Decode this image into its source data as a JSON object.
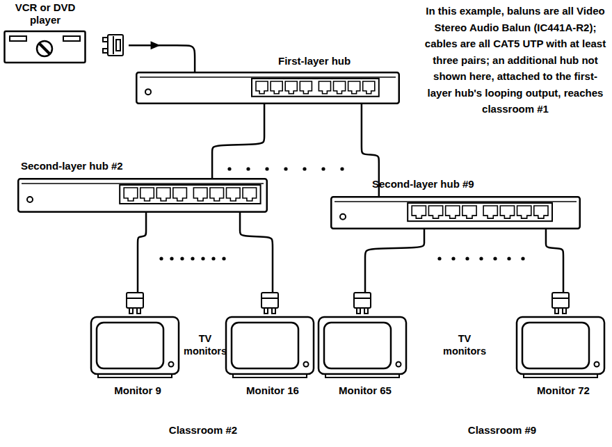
{
  "diagram": {
    "nodes": [
      {
        "text": [
          "VCR or DVD player"
        ]
      },
      {
        "text": [
          "First-layer hub"
        ]
      },
      {
        "text": [
          "Second-layer hub #2"
        ]
      },
      {
        "text": [
          "Second-layer hub #9"
        ]
      },
      {
        "text": [
          "Monitor 9"
        ]
      },
      {
        "text": [
          "Monitor 16"
        ]
      },
      {
        "text": [
          "Monitor 65"
        ]
      },
      {
        "text": [
          "Monitor 72"
        ]
      }
    ],
    "edges": [
      {
        "from": 0,
        "to": 1,
        "arrow": "to"
      },
      {
        "from": 1,
        "to": 2,
        "arrow": "none"
      },
      {
        "from": 1,
        "to": 3,
        "arrow": "none"
      },
      {
        "from": 2,
        "to": 4,
        "arrow": "none"
      },
      {
        "from": 2,
        "to": 5,
        "arrow": "none"
      },
      {
        "from": 3,
        "to": 6,
        "arrow": "none"
      },
      {
        "from": 3,
        "to": 7,
        "arrow": "none"
      }
    ],
    "labels": [
      "In this example, baluns are all Video Stereo Audio Balun (IC441A-R2); cables are all CAT5 UTP with at least three pairs; an additional hub not shown here, attached to the first-layer hub's looping output, reaches classroom #1",
      "TV monitors",
      "TV monitors",
      "Classroom #2",
      "Classroom #9"
    ]
  }
}
